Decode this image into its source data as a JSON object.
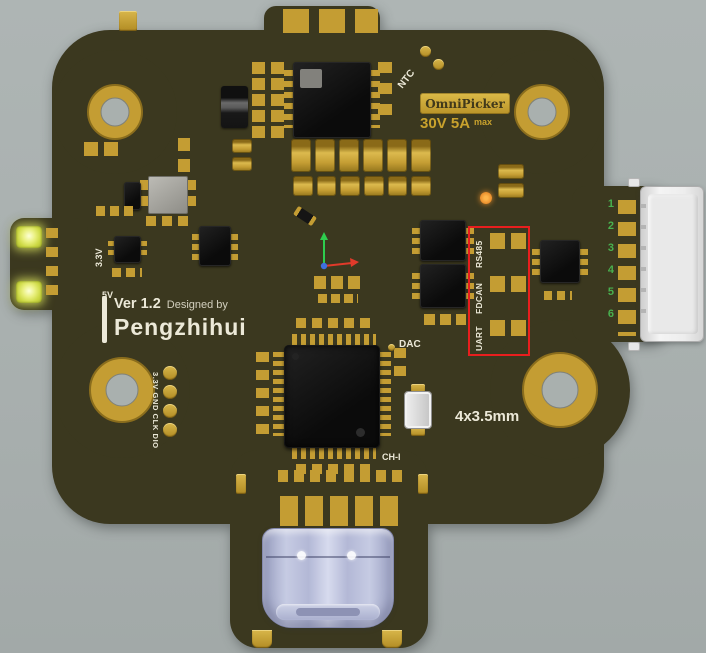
{
  "board": {
    "brand_label": "OmniPicker",
    "rating": "30V 5A",
    "rating_suffix": "max",
    "ntc_label": "NTC",
    "version": "Ver 1.2",
    "designed_by": "Designed by",
    "author": "Pengzhihui",
    "rail_3v3": "3.3V",
    "rail_5v": "5V",
    "dac_label": "DAC",
    "ch1_label": "CH-I",
    "mount_label": "4x3.5mm",
    "debug_header": "3.3V GND CLK DIO",
    "interfaces": [
      "RS485",
      "FDCAN",
      "UART"
    ],
    "connector_pins": [
      "1",
      "2",
      "3",
      "4",
      "5",
      "6"
    ],
    "colors": {
      "background": "#a9b0ae",
      "board": "#3b381f",
      "pad_gold": "#c49d33",
      "silkscreen": "#ece9d8",
      "highlight_box": "#e81e1e",
      "pin_numbers": "#49b04f",
      "status_led": "#d8e24a",
      "orange_led": "#f08a1f",
      "usb_shell": "#b6bad8"
    }
  }
}
